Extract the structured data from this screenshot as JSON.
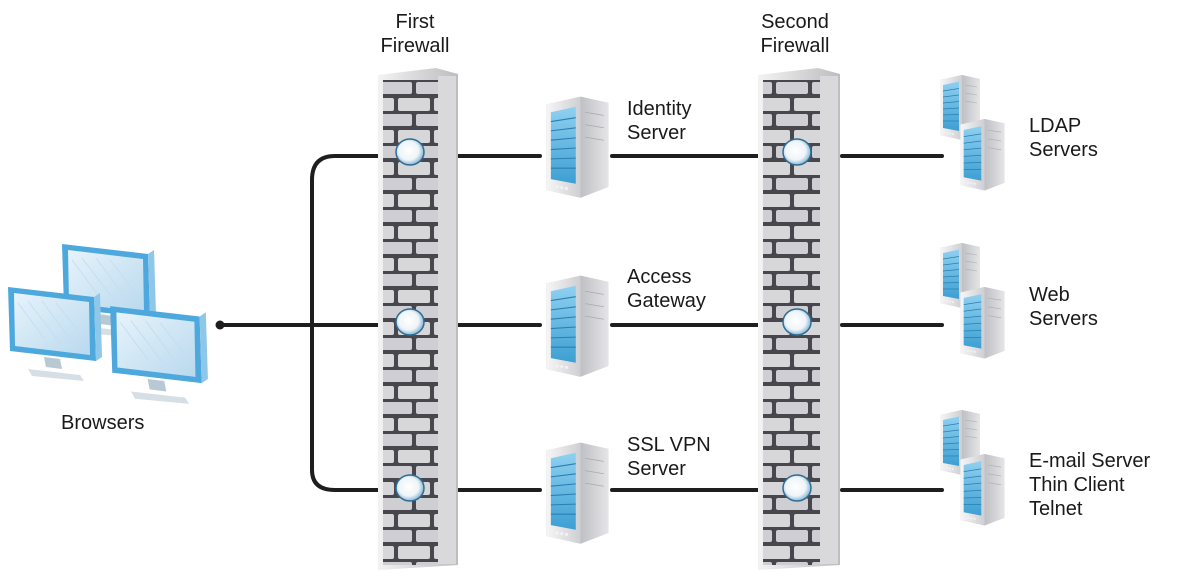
{
  "firewalls": {
    "first": {
      "line1": "First",
      "line2": "Firewall"
    },
    "second": {
      "line1": "Second",
      "line2": "Firewall"
    }
  },
  "client": {
    "label": "Browsers"
  },
  "middle_servers": [
    {
      "line1": "Identity",
      "line2": "Server"
    },
    {
      "line1": "Access",
      "line2": "Gateway"
    },
    {
      "line1": "SSL VPN",
      "line2": "Server"
    }
  ],
  "backend_servers": [
    {
      "lines": [
        "LDAP",
        "Servers"
      ]
    },
    {
      "lines": [
        "Web",
        "Servers"
      ]
    },
    {
      "lines": [
        "E-mail Server",
        "Thin Client",
        "Telnet"
      ]
    }
  ],
  "colors": {
    "line": "#1e1e1e",
    "firewall_dark": "#47474d",
    "brick": "#d6d6d9",
    "server_body": "#e9e9eb",
    "server_blue": "#52b2df",
    "monitor_blue": "#5aaee0"
  }
}
